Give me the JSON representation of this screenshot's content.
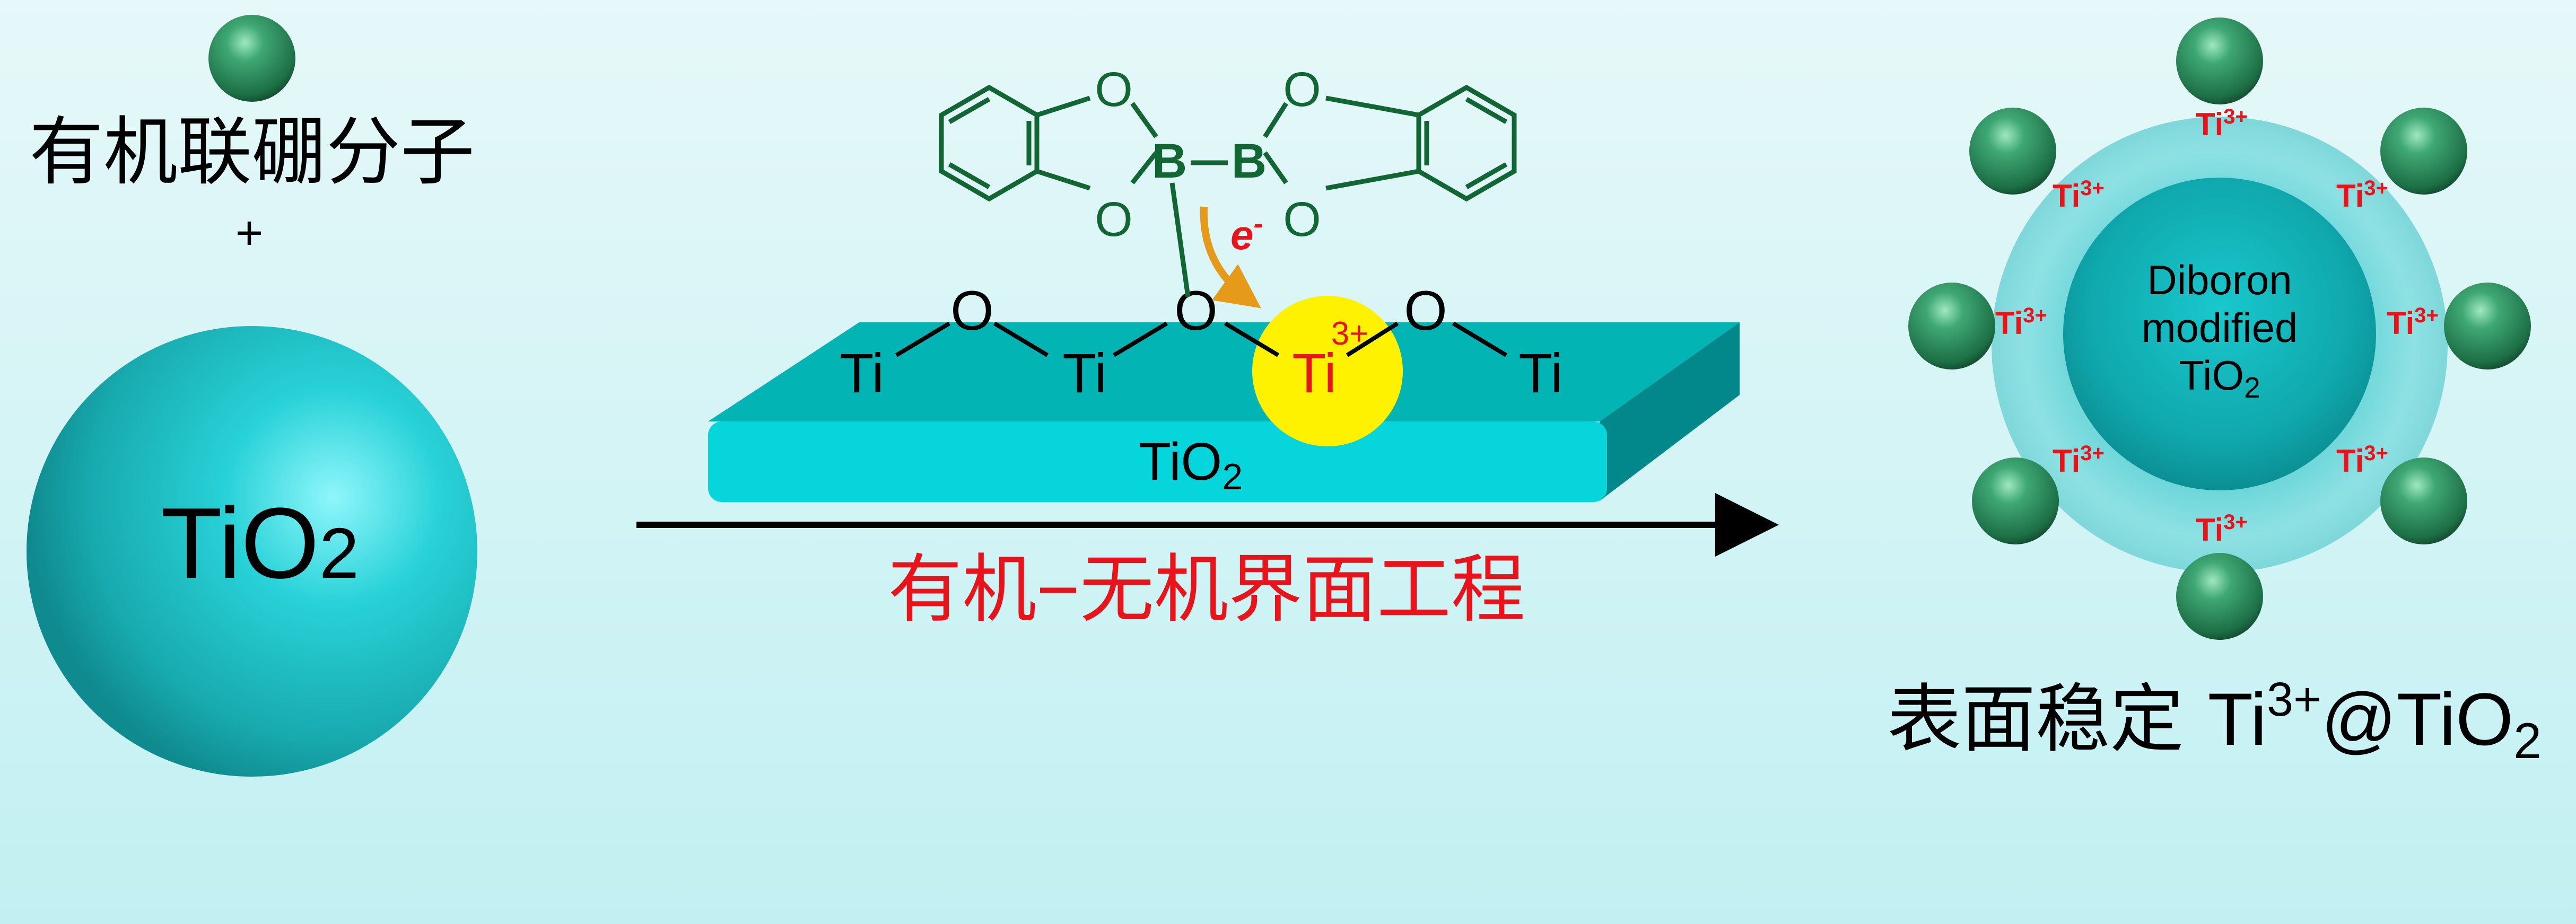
{
  "left": {
    "molecule_label": "有机联硼分子",
    "plus": "+",
    "sphere_label_main": "TiO",
    "sphere_label_sub": "2"
  },
  "center": {
    "atoms": {
      "oxygen": "O",
      "boron": "B",
      "titanium": "Ti",
      "charge": "3+",
      "electron": "e",
      "electron_charge": "-"
    },
    "slab_label_main": "TiO",
    "slab_label_sub": "2",
    "process_label": "有机−无机界面工程"
  },
  "right": {
    "core_line1": "Diboron",
    "core_line2": "modified",
    "core_line3_main": "TiO",
    "core_line3_sub": "2",
    "ti_site": "Ti",
    "ti_charge": "3+",
    "caption_cn": "表面稳定 ",
    "caption_ti": "Ti",
    "caption_charge": "3+",
    "caption_at": "@TiO",
    "caption_sub": "2"
  },
  "colors": {
    "background": "#dff6f8",
    "tio2_teal": "#1fb5b8",
    "slab_top": "#03b4b4",
    "slab_side": "#02888a",
    "slab_front": "#06d6dc",
    "boron_green": "#116633",
    "ti3_red": "#e8141c",
    "highlight_yellow": "#fff200",
    "arrow_orange": "#e69a1a",
    "sphere_green": "#2a8a5a"
  }
}
